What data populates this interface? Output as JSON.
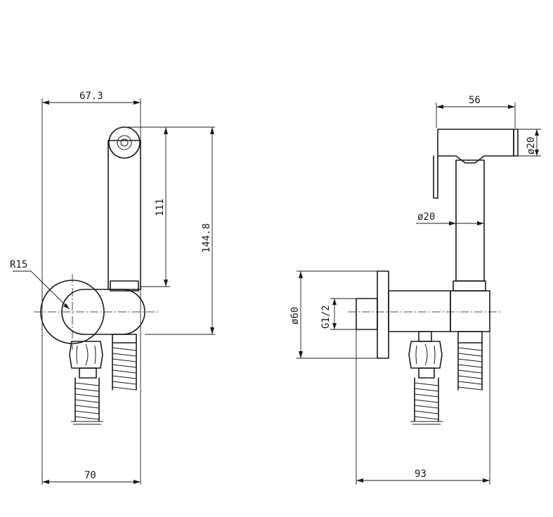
{
  "labels": {
    "left_width_top": "67.3",
    "left_height_inner": "111",
    "left_height_outer": "144.8",
    "radius": "R15",
    "left_width_bottom": "70",
    "right_width_top": "56",
    "right_head_dia": "ø20",
    "right_body_dia": "ø20",
    "right_flange_dia": "ø60",
    "right_thread": "G1/2",
    "right_width_bottom": "93"
  }
}
